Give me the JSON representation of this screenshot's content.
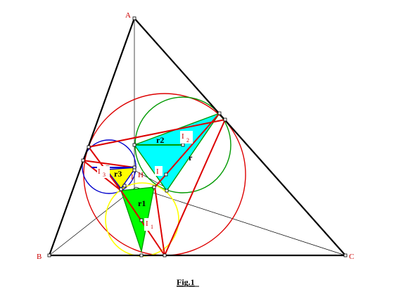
{
  "figure": {
    "caption": "Fig.1",
    "vertices": {
      "A": "A",
      "B": "B",
      "C": "C"
    },
    "orthocenter": "H",
    "incenters": {
      "main": "I",
      "one": "I",
      "one_sub": "1",
      "two": "I",
      "two_sub": "2",
      "three": "I",
      "three_sub": "3"
    },
    "radii": {
      "r": "r",
      "r1": "r1",
      "r2": "r2",
      "r3": "r3"
    },
    "colors": {
      "triangle": "#000000",
      "circumcircle": "#dd0000",
      "circle_one": "#ffff00",
      "circle_two": "#009900",
      "circle_three": "#0000cc",
      "fill_cyan": "#00ffff",
      "fill_green": "#00ff00",
      "fill_yellow": "#ffff00",
      "segments": "#dd0000"
    }
  }
}
